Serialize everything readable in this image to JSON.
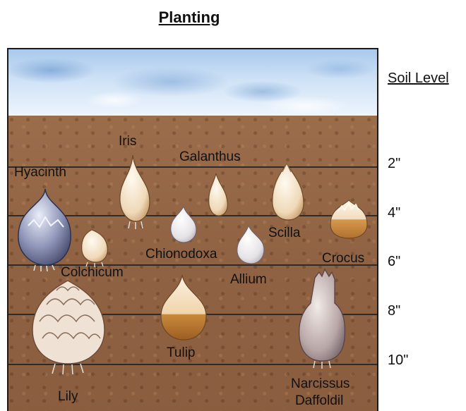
{
  "title": "Planting",
  "soil_level_label": "Soil Level",
  "depths": [
    "2\"",
    "4\"",
    "6\"",
    "8\"",
    "10\""
  ],
  "bulbs": {
    "iris": "Iris",
    "galanthus": "Galanthus",
    "hyacinth": "Hyacinth",
    "scilla": "Scilla",
    "chionodoxa": "Chionodoxa",
    "crocus": "Crocus",
    "colchicum": "Colchicum",
    "allium": "Allium",
    "tulip": "Tulip",
    "lily": "Lily",
    "narcissus": "Narcissus",
    "daffodil": "Daffoldil"
  },
  "colors": {
    "soil": "#8f6243",
    "sky": "#cfe2f6",
    "lines": "#2c2c2c"
  }
}
